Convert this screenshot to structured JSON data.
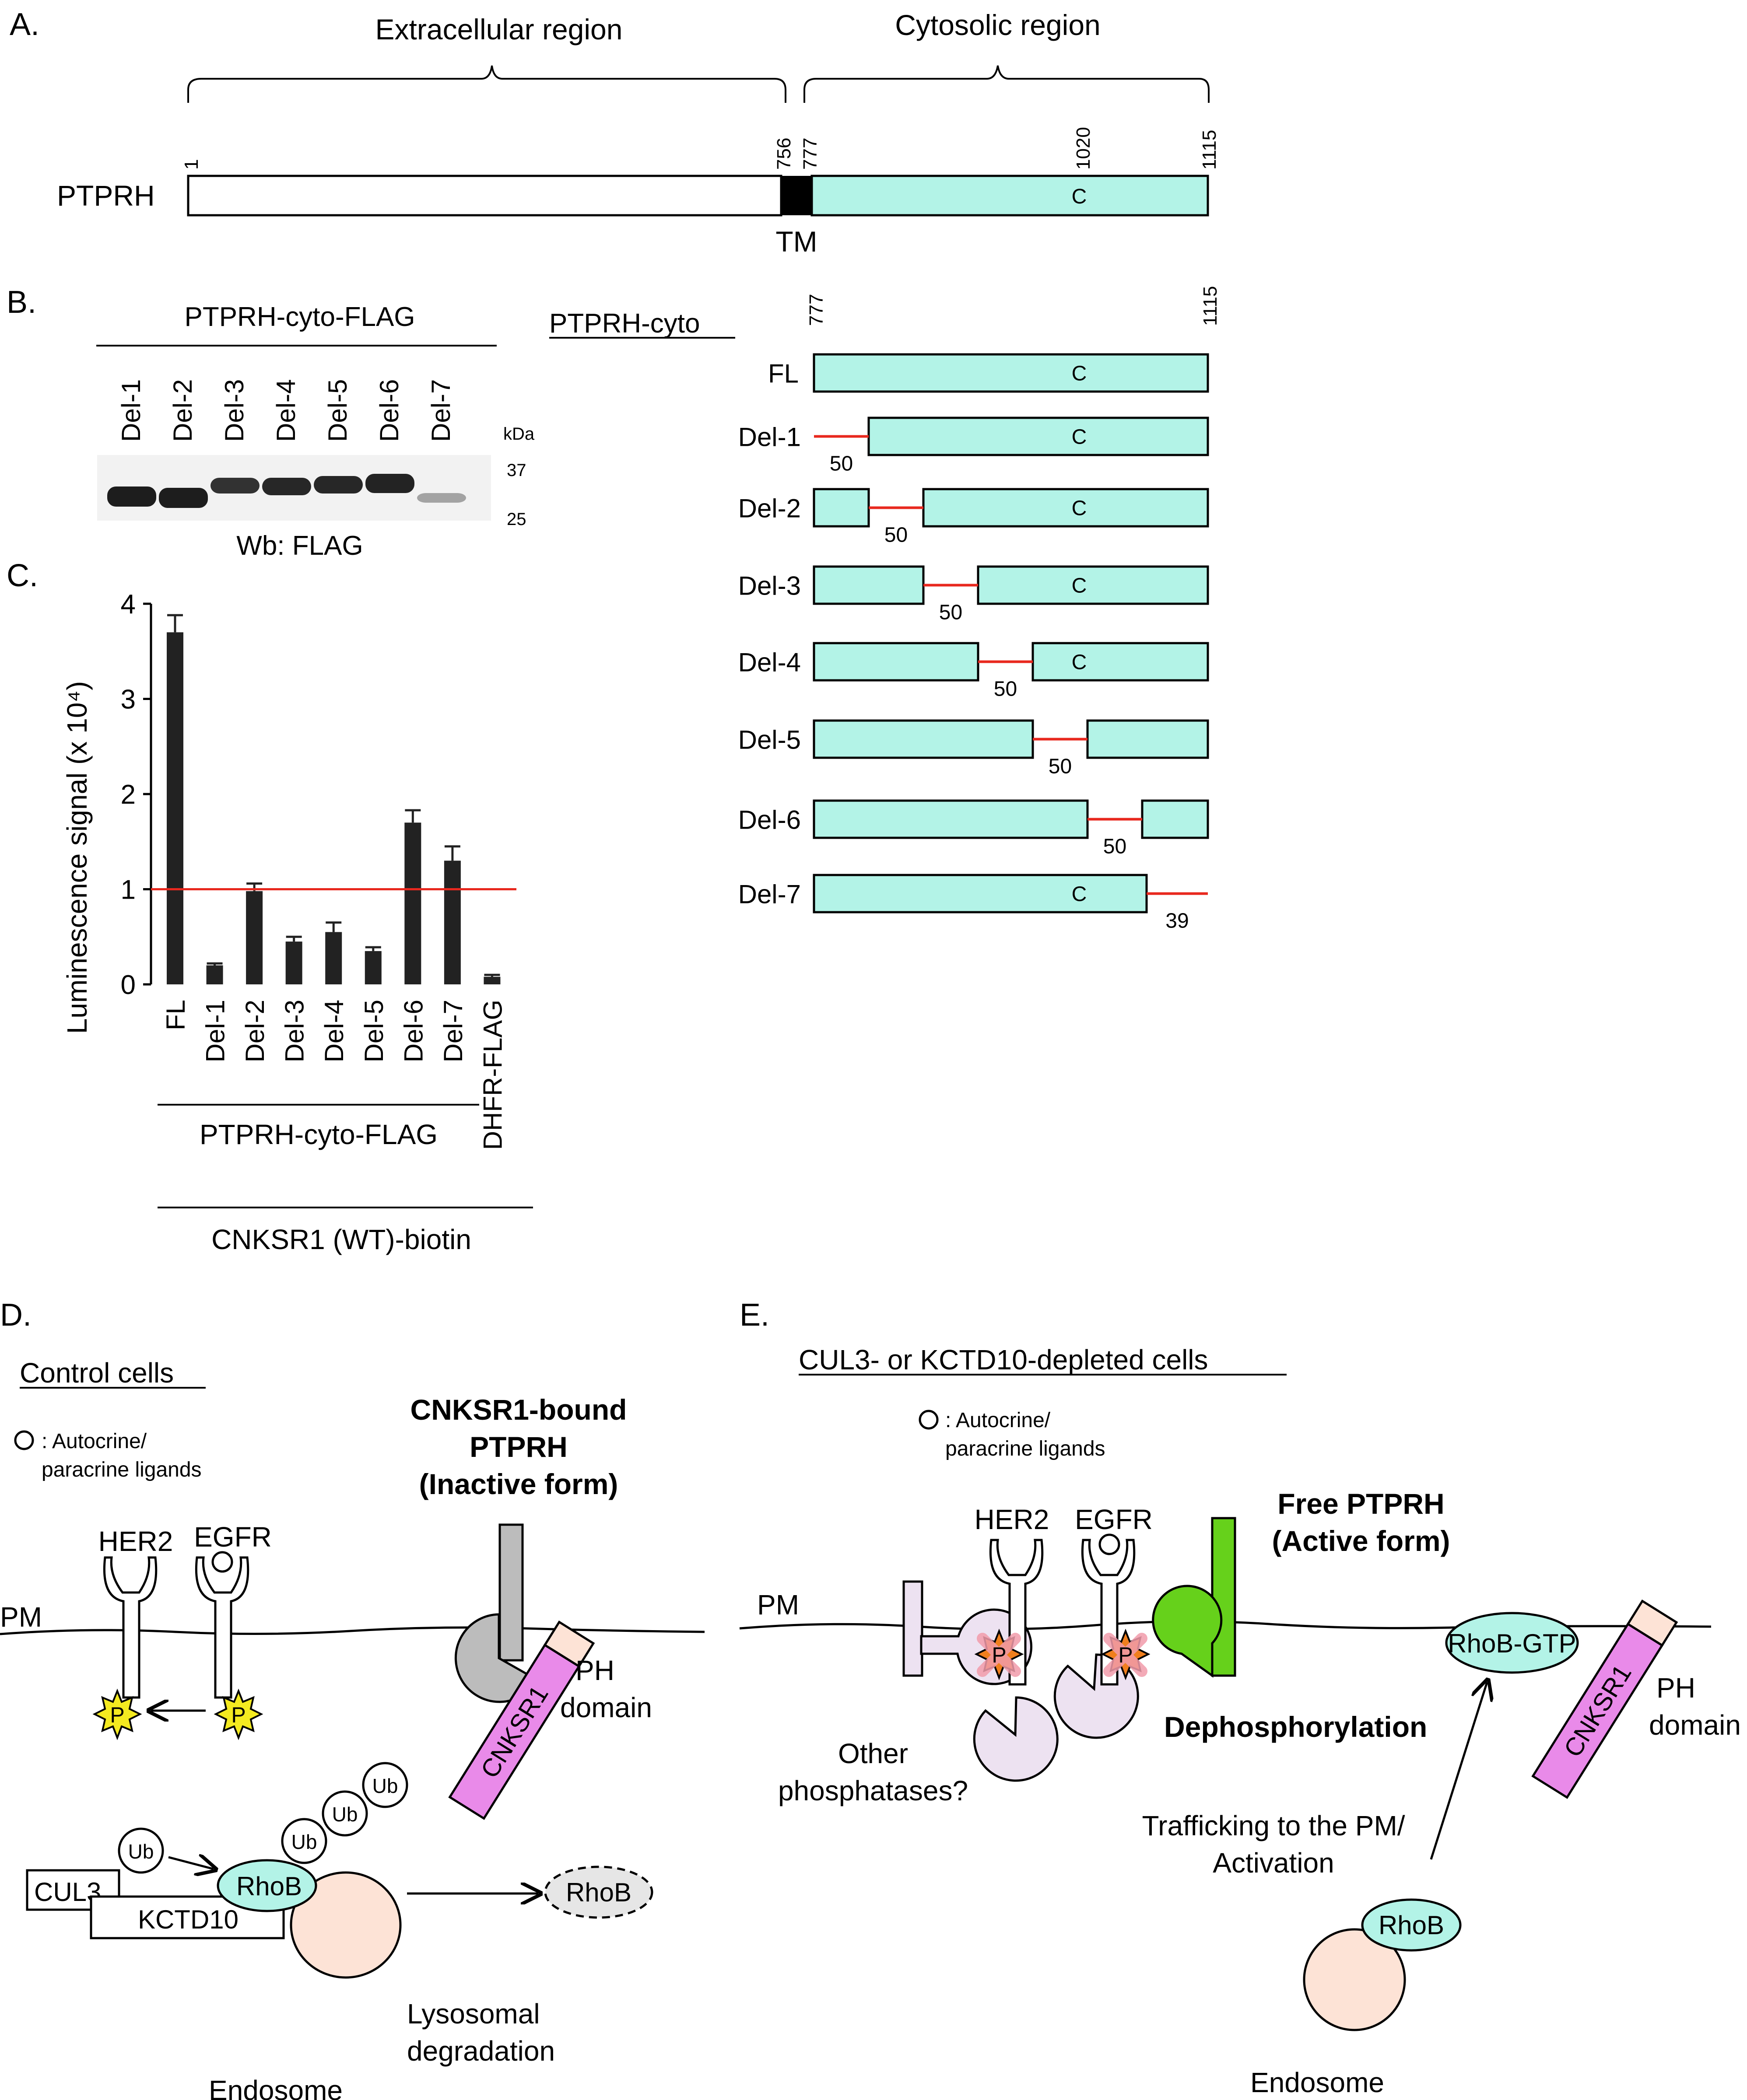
{
  "colors": {
    "cyan": "#b3f3e7",
    "red": "#e8281e",
    "blue": "#2f52e0",
    "magenta": "#e98ae9",
    "gray": "#bcbcbc",
    "green": "#66d11b",
    "lilac": "#ede2f1",
    "peach": "#fde3d6",
    "yellow": "#f4ea20",
    "orange": "#f07f1d",
    "pink_x": "#f29cab"
  },
  "panel_a": {
    "label": "A.",
    "extracellular": "Extracellular region",
    "cytosolic": "Cytosolic region",
    "protein": "PTPRH",
    "tm": "TM",
    "c": "C",
    "pos_1": "1",
    "pos_756": "756",
    "pos_777": "777",
    "pos_1020": "1020",
    "pos_1115": "1115"
  },
  "panel_b": {
    "label": "B.",
    "blot_title": "PTPRH-cyto-FLAG",
    "lanes": [
      "Del-1",
      "Del-2",
      "Del-3",
      "Del-4",
      "Del-5",
      "Del-6",
      "Del-7"
    ],
    "kda": "kDa",
    "marker_37": "37",
    "marker_25": "25",
    "wb": "Wb: FLAG",
    "construct_title": "PTPRH-cyto",
    "pos_777": "777",
    "pos_1115": "1115",
    "c": "C",
    "constructs": [
      {
        "name": "FL",
        "gap": ""
      },
      {
        "name": "Del-1",
        "gap": "50"
      },
      {
        "name": "Del-2",
        "gap": "50"
      },
      {
        "name": "Del-3",
        "gap": "50"
      },
      {
        "name": "Del-4",
        "gap": "50"
      },
      {
        "name": "Del-5",
        "gap": "50"
      },
      {
        "name": "Del-6",
        "gap": "50"
      },
      {
        "name": "Del-7",
        "gap": "39"
      }
    ]
  },
  "chart_data": {
    "type": "bar",
    "panel_label": "C.",
    "ylabel": "Luminescence signal (x 10⁴)",
    "ylim": [
      0,
      4
    ],
    "yticks": [
      "0",
      "1",
      "2",
      "3",
      "4"
    ],
    "categories": [
      "FL",
      "Del-1",
      "Del-2",
      "Del-3",
      "Del-4",
      "Del-5",
      "Del-6",
      "Del-7",
      "DHFR-FLAG"
    ],
    "values": [
      3.7,
      0.2,
      0.98,
      0.45,
      0.55,
      0.35,
      1.7,
      1.3,
      0.08
    ],
    "errors": [
      0.18,
      0.02,
      0.08,
      0.05,
      0.1,
      0.04,
      0.13,
      0.15,
      0.02
    ],
    "reference_line": 1,
    "group_label": "PTPRH-cyto-FLAG",
    "bottom_label": "CNKSR1 (WT)-biotin"
  },
  "panel_d": {
    "label": "D.",
    "title": "Control cells",
    "ligand_legend_1": ": Autocrine/",
    "ligand_legend_2": "paracrine ligands",
    "complex_1": "CNKSR1-bound",
    "complex_2": "PTPRH",
    "complex_3": "(Inactive form)",
    "her2": "HER2",
    "egfr": "EGFR",
    "pm": "PM",
    "p": "P",
    "cnksr1": "CNKSR1",
    "ph_1": "PH",
    "ph_2": "domain",
    "ub": "Ub",
    "cul3": "CUL3",
    "kctd10": "KCTD10",
    "rhob": "RhoB",
    "endosome": "Endosome",
    "lyso_1": "Lysosomal",
    "lyso_2": "degradation"
  },
  "panel_e": {
    "label": "E.",
    "title": "CUL3- or KCTD10-depleted cells",
    "ligand_legend_1": ": Autocrine/",
    "ligand_legend_2": "paracrine ligands",
    "free_1": "Free PTPRH",
    "free_2": "(Active form)",
    "her2": "HER2",
    "egfr": "EGFR",
    "pm": "PM",
    "p": "P",
    "other_1": "Other",
    "other_2": "phosphatases?",
    "dephos": "Dephosphorylation",
    "rhob_gtp": "RhoB-GTP",
    "cnksr1": "CNKSR1",
    "ph_1": "PH",
    "ph_2": "domain",
    "traffic_1": "Trafficking to the PM/",
    "traffic_2": "Activation",
    "rhob": "RhoB",
    "endosome": "Endosome"
  }
}
